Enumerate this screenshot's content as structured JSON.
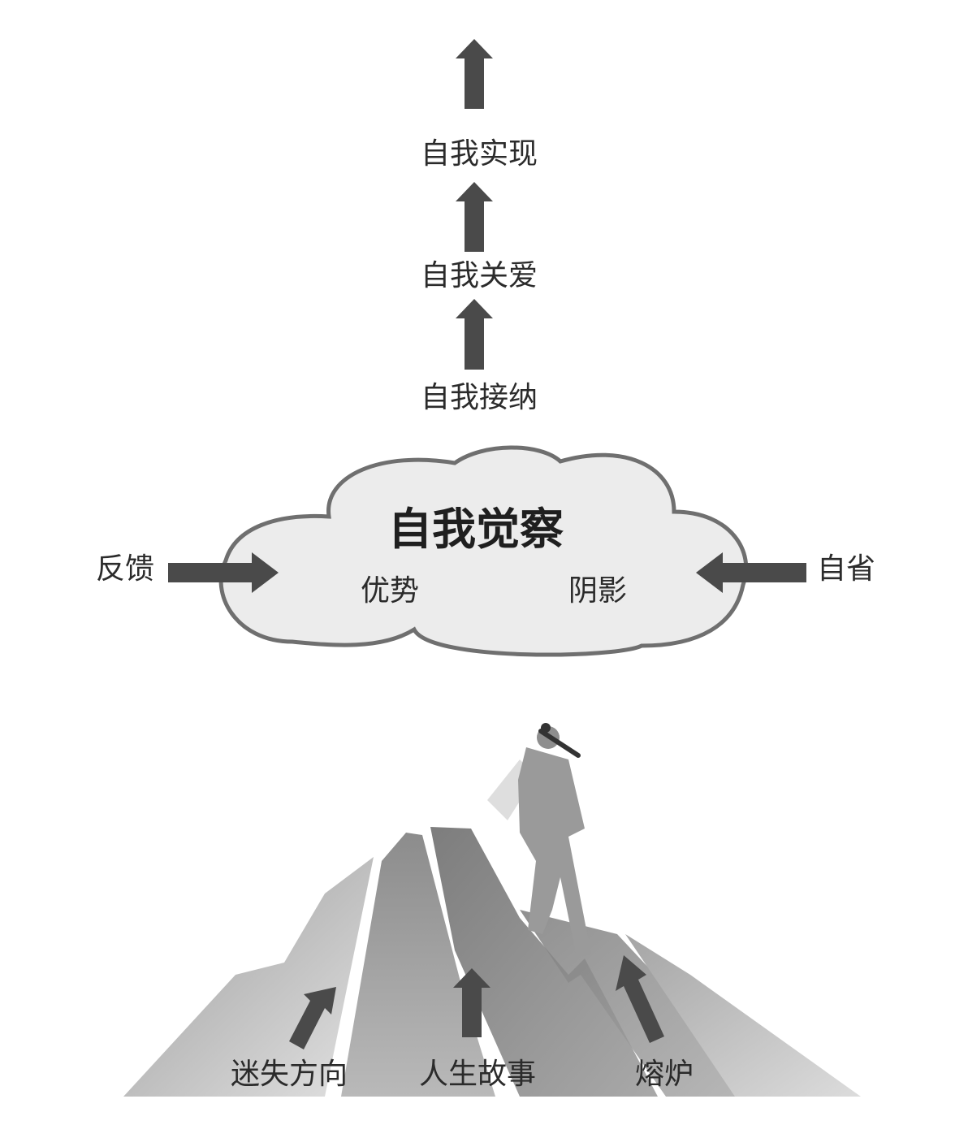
{
  "steps": {
    "top": "自我实现",
    "middle": "自我关爱",
    "bottom": "自我接纳"
  },
  "cloud": {
    "title": "自我觉察",
    "left_item": "优势",
    "right_item": "阴影"
  },
  "inputs": {
    "left": "反馈",
    "right": "自省"
  },
  "mountain": {
    "left_path": "迷失方向",
    "center_path": "人生故事",
    "right_path": "熔炉"
  }
}
